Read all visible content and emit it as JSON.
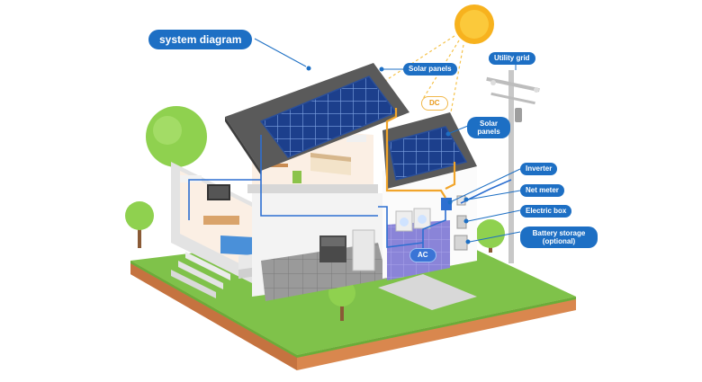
{
  "labels": {
    "title": "system diagram",
    "solar_panels_main": "Solar panels",
    "solar_panels_side": "Solar panels",
    "dc": "DC",
    "ac": "AC",
    "utility_grid": "Utility grid",
    "inverter": "Inverter",
    "net_meter": "Net meter",
    "electric_box": "Electric box",
    "battery_storage": "Battery storage (optional)"
  },
  "colors": {
    "label_blue": "#1d6fc4",
    "dc_orange": "#f1a52b",
    "ac_blue": "#2d6fd1",
    "sun": "#f7b21e",
    "grass": "#7fc24a",
    "soil": "#d9874e"
  }
}
